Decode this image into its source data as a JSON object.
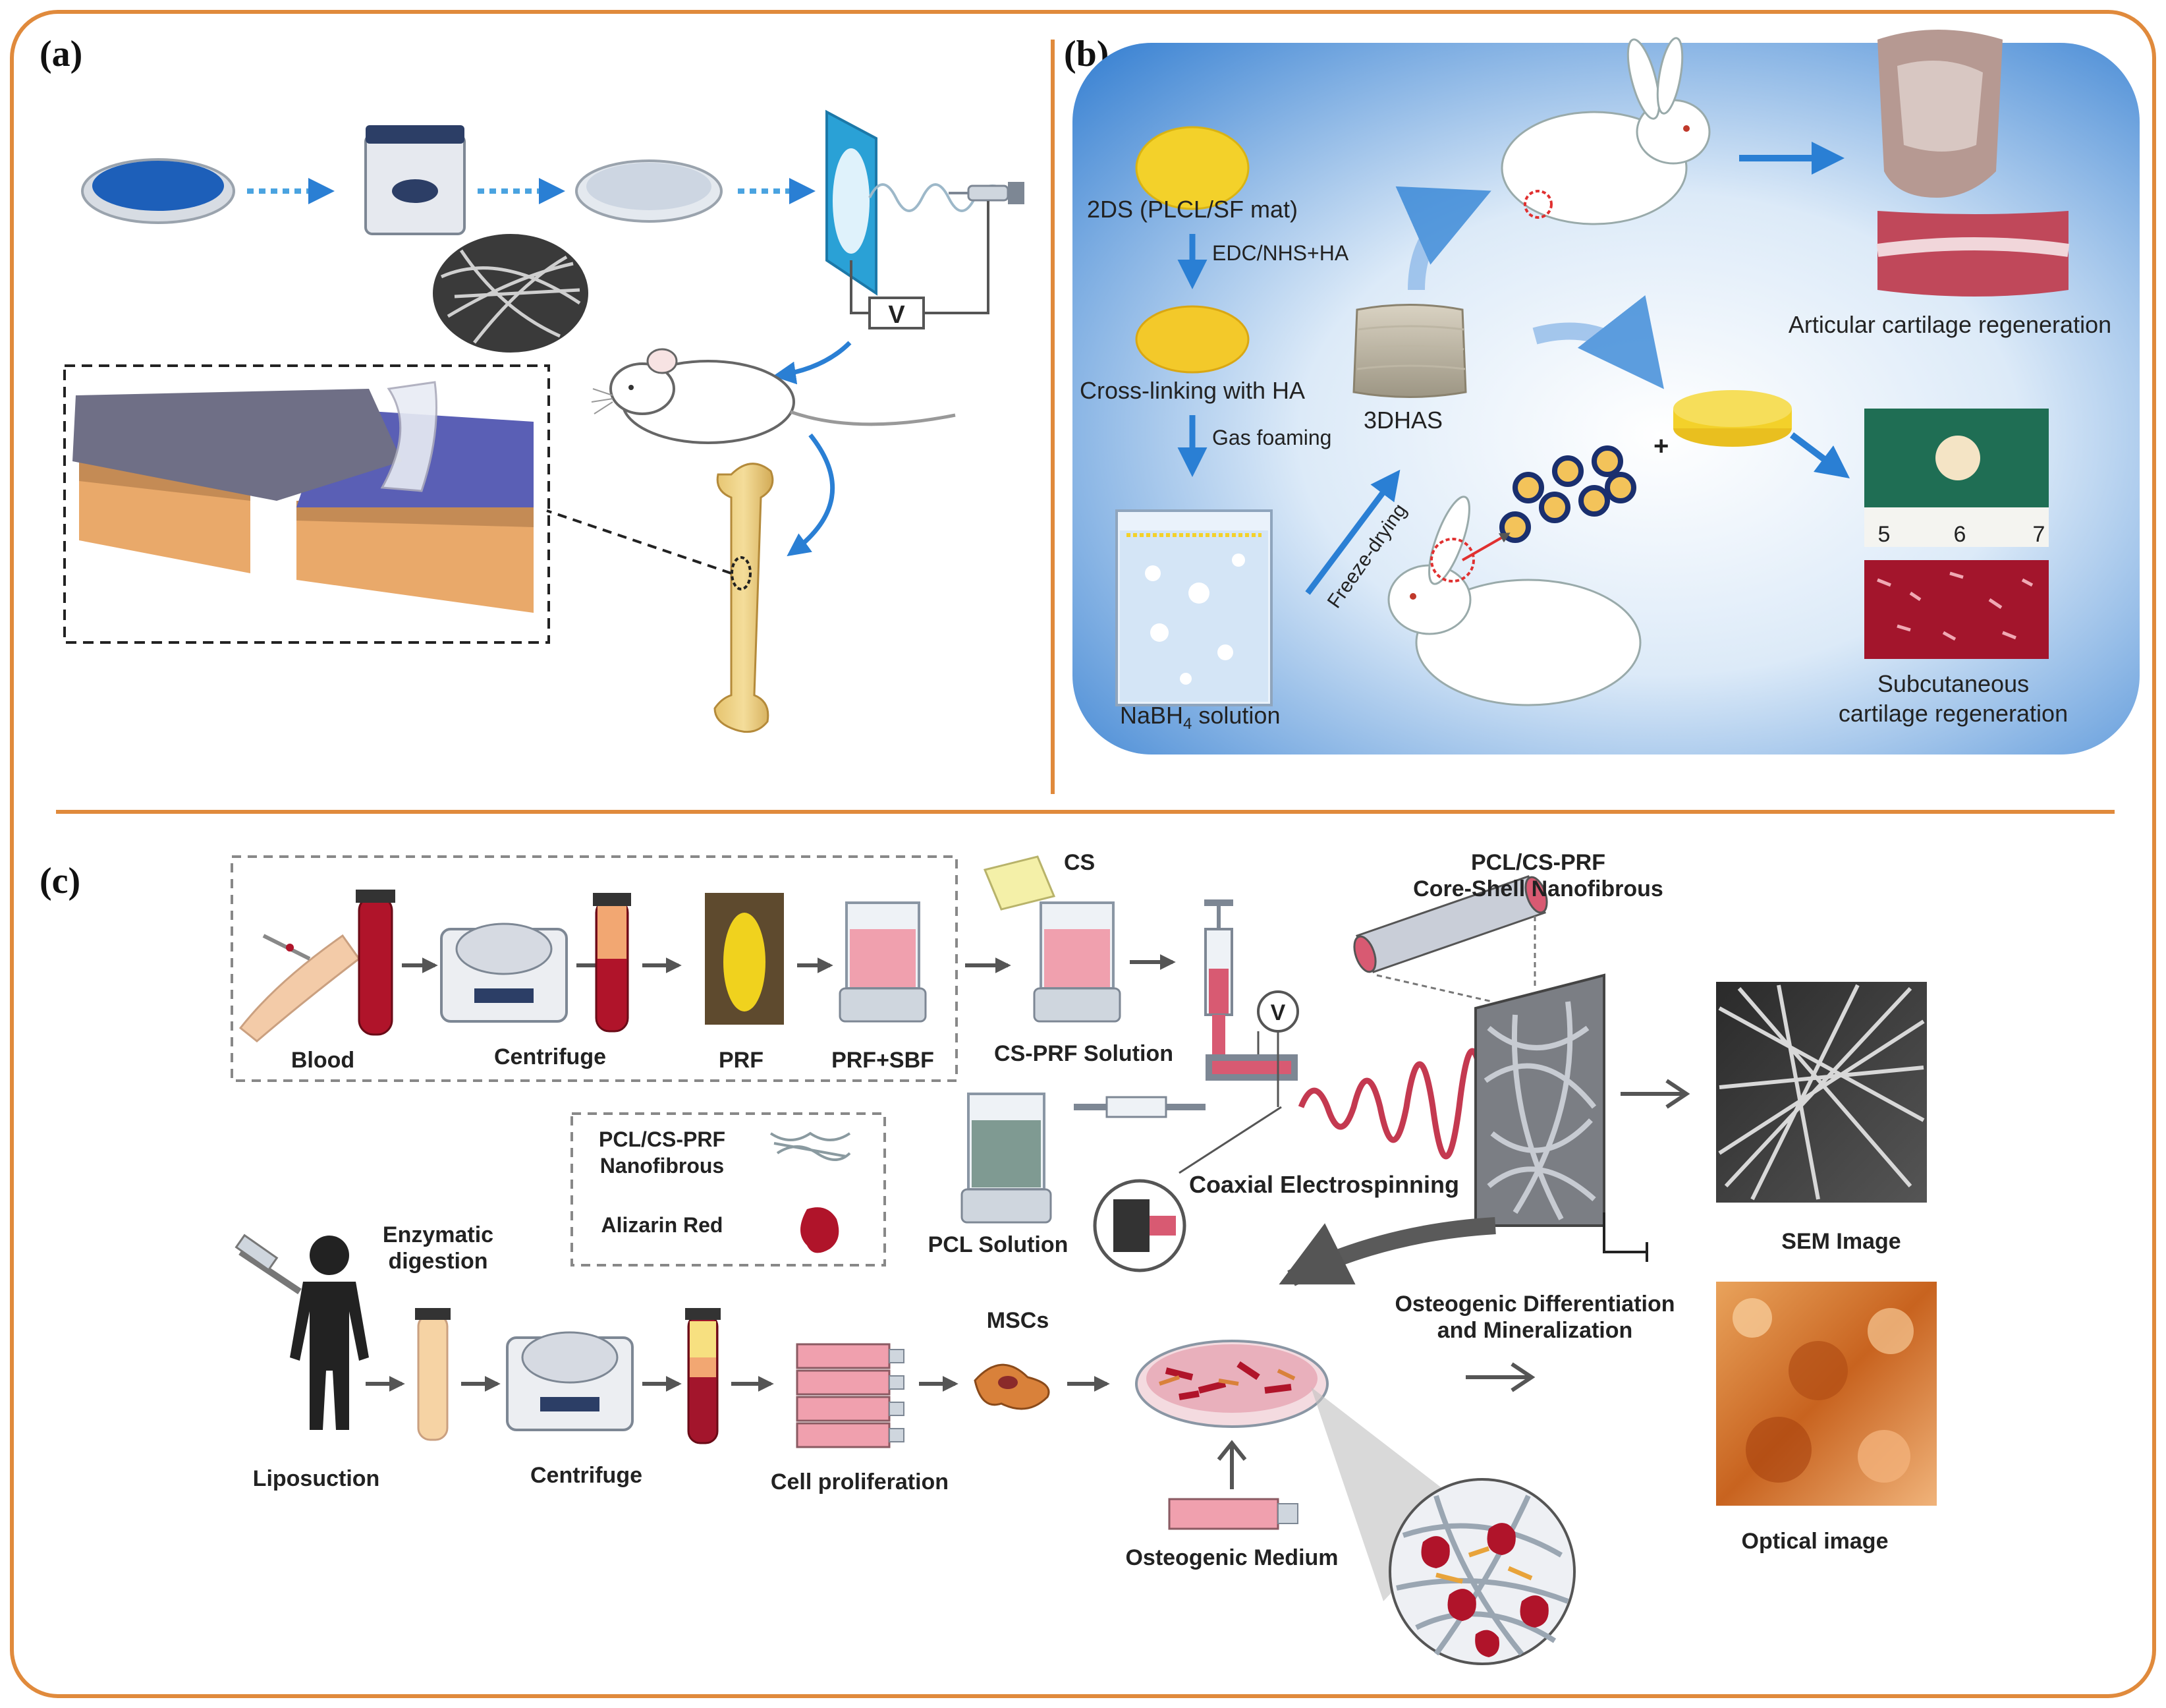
{
  "panels": {
    "a": {
      "label": "(a)",
      "voltage_symbol": "V"
    },
    "b": {
      "label": "(b)",
      "mat_2ds": "2DS (PLCL/SF mat)",
      "edc_nhs_ha": "EDC/NHS+HA",
      "crosslink_ha": "Cross-linking with HA",
      "gas_foaming": "Gas foaming",
      "nabh4_main": "NaBH",
      "nabh4_sub": "4",
      "nabh4_tail": " solution",
      "freeze_drying": "Freeze-drying",
      "scaffold_3dhas": "3DHAS",
      "plus": "+",
      "articular": "Articular cartilage regeneration",
      "subcutaneous_l1": "Subcutaneous",
      "subcutaneous_l2": "cartilage regeneration",
      "ruler_ticks": [
        "5",
        "6",
        "7"
      ]
    },
    "c": {
      "label": "(c)",
      "blood": "Blood",
      "centrifuge_top": "Centrifuge",
      "prf": "PRF",
      "prf_sbf": "PRF+SBF",
      "cs": "CS",
      "cs_prf_solution": "CS-PRF Solution",
      "pcl_cs_prf_title_l1": "PCL/CS-PRF",
      "pcl_cs_prf_title_l2": "Core-Shell Nanofibrous",
      "voltage_symbol": "V",
      "legend_fiber_l1": "PCL/CS-PRF",
      "legend_fiber_l2": "Nanofibrous",
      "legend_alizarin": "Alizarin Red",
      "pcl_solution": "PCL Solution",
      "coaxial": "Coaxial Electrospinning",
      "sem_image": "SEM Image",
      "enzymatic_l1": "Enzymatic",
      "enzymatic_l2": "digestion",
      "liposuction": "Liposuction",
      "centrifuge_bottom": "Centrifuge",
      "cell_proliferation": "Cell proliferation",
      "mscs": "MSCs",
      "osteo_diff_l1": "Osteogenic Differentiation",
      "osteo_diff_l2": "and Mineralization",
      "osteo_medium": "Osteogenic  Medium",
      "optical_image": "Optical image"
    }
  },
  "colors": {
    "border_orange": "#e08a3c",
    "panel_b_bg": "#4f8fd6",
    "arrow_blue": "#2a7fd4",
    "yellow_disc": "#f3d12a",
    "blood_red": "#b0142a",
    "orange_stain": "#d9782a"
  }
}
